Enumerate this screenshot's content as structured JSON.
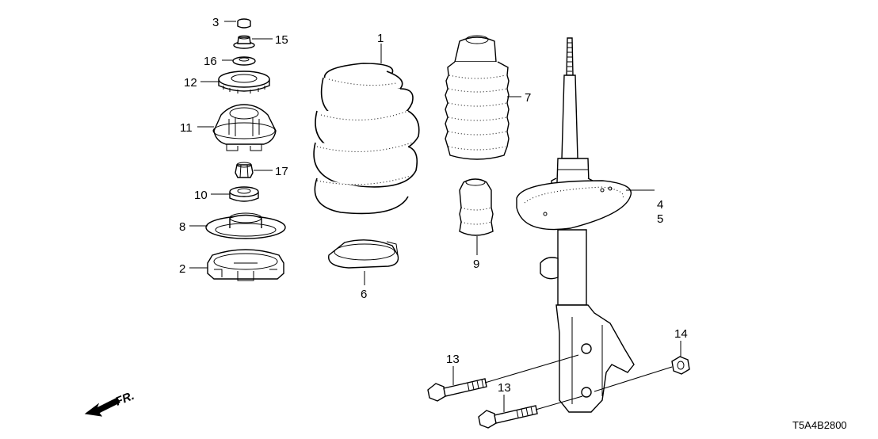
{
  "callouts": {
    "c1": "1",
    "c2": "2",
    "c3": "3",
    "c4": "4",
    "c5": "5",
    "c6": "6",
    "c7": "7",
    "c8": "8",
    "c9": "9",
    "c10": "10",
    "c11": "11",
    "c12": "12",
    "c13a": "13",
    "c13b": "13",
    "c14": "14",
    "c15": "15",
    "c16": "16",
    "c17": "17"
  },
  "diagram_code": "T5A4B2800",
  "direction_label": "FR.",
  "icons": {
    "direction": "front-direction-arrow-icon"
  }
}
